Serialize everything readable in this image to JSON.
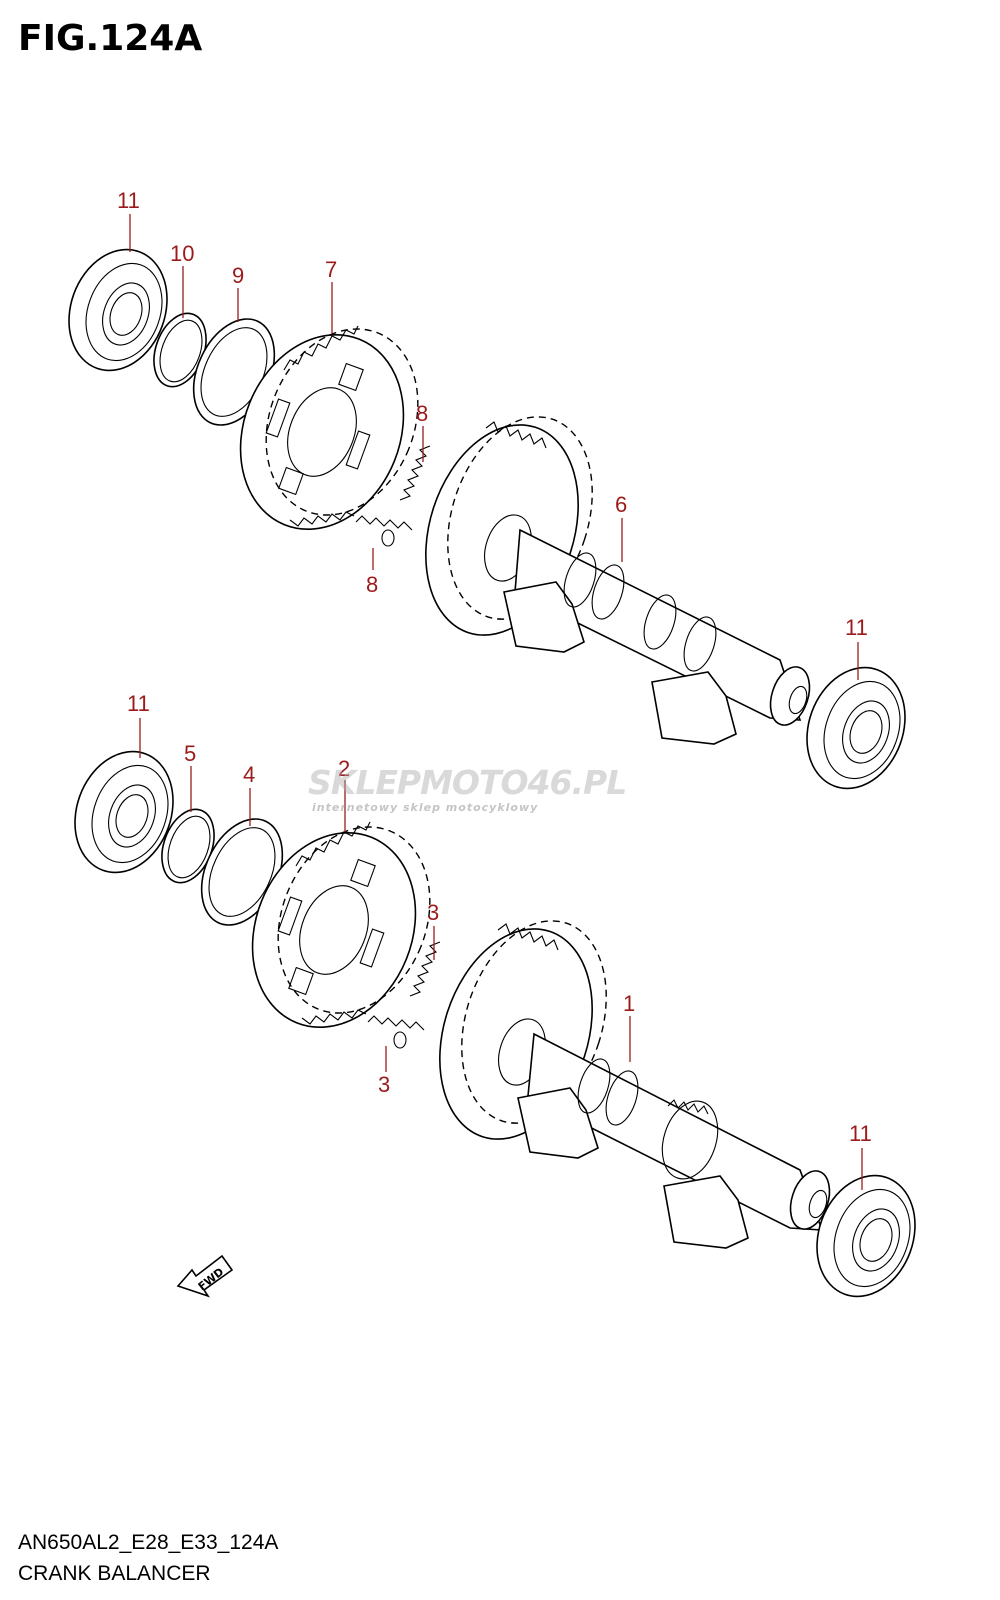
{
  "figure": {
    "title": "FIG.124A"
  },
  "footer": {
    "model_code": "AN650AL2_E28_E33_124A",
    "section_name": "CRANK BALANCER"
  },
  "watermark": {
    "main": "SKLEPMOTO46.PL",
    "sub": "internetowy sklep motocyklowy"
  },
  "direction_marker": {
    "text": "FWD"
  },
  "callouts": {
    "upper": {
      "bearing_left": "11",
      "circlip": "10",
      "washer": "9",
      "gear": "7",
      "spring_top": "8",
      "spring_bottom": "8",
      "shaft": "6",
      "bearing_right": "11"
    },
    "lower": {
      "bearing_left": "11",
      "circlip": "5",
      "washer": "4",
      "gear": "2",
      "spring_top": "3",
      "spring_bottom": "3",
      "shaft": "1",
      "bearing_right": "11"
    }
  },
  "colors": {
    "callout": "#9b1b1b",
    "line_art": "#000000"
  }
}
